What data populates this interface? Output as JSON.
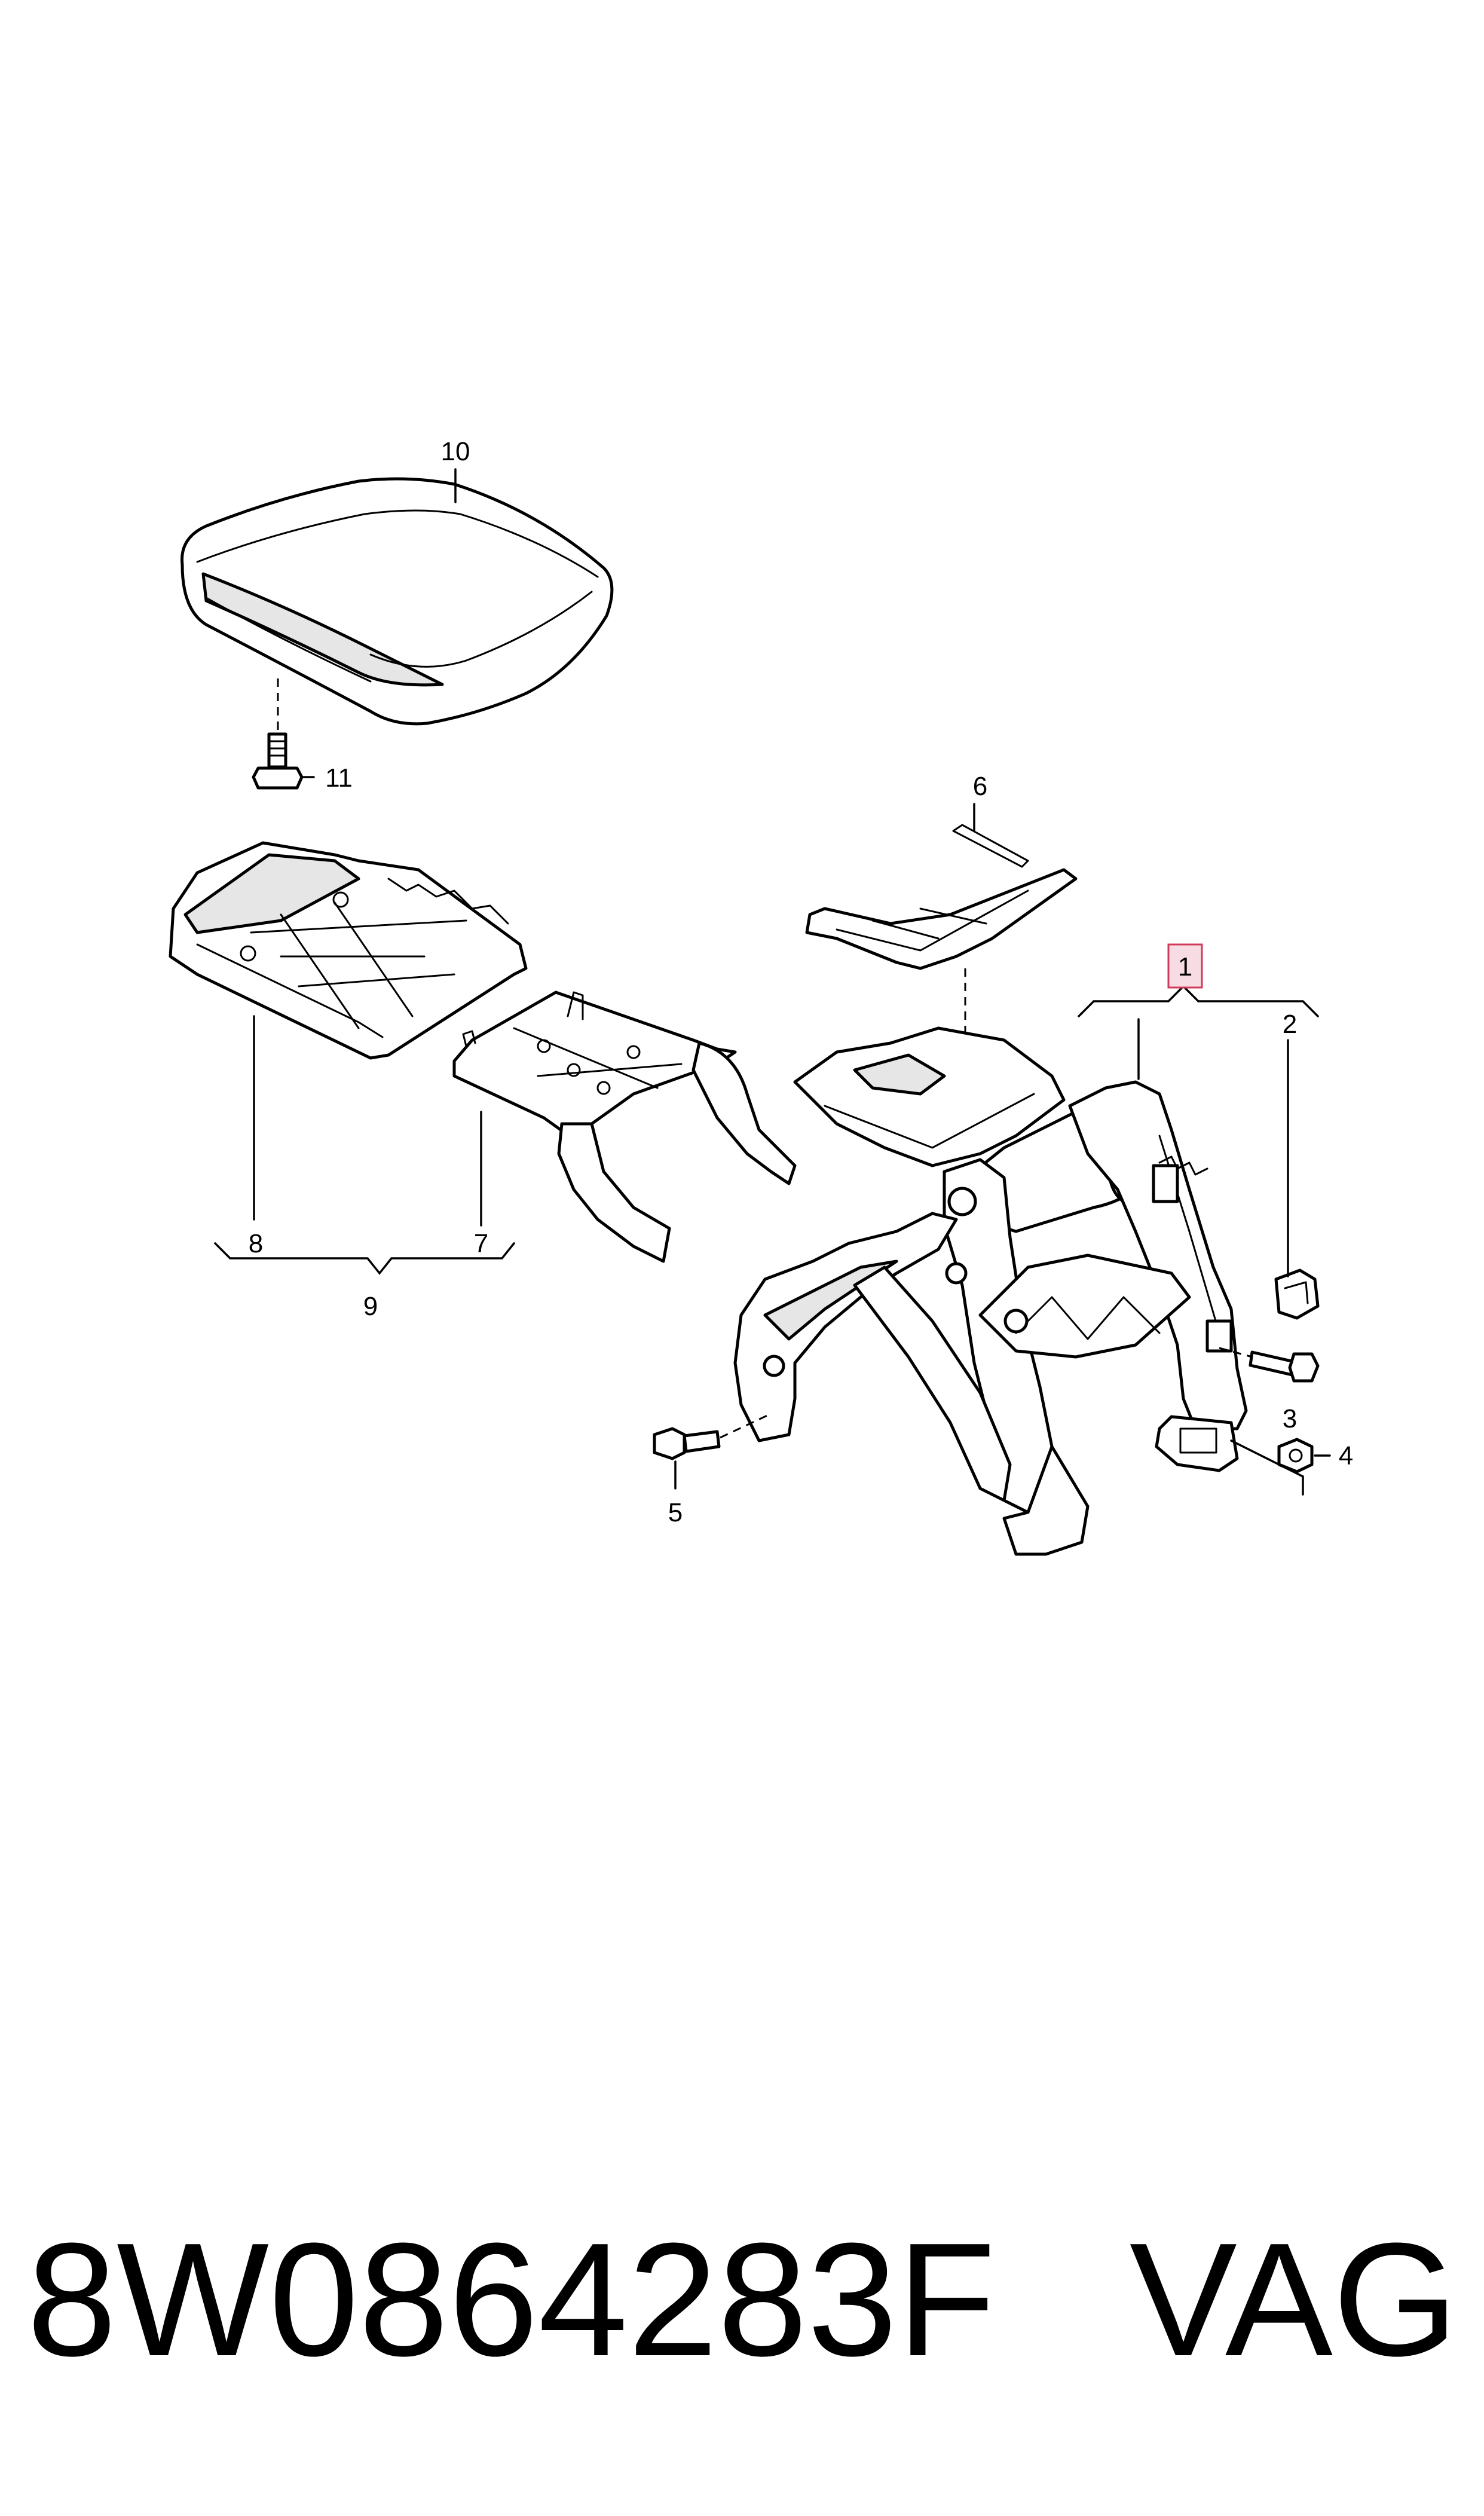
{
  "callouts": {
    "c1": "1",
    "c2": "2",
    "c3": "3",
    "c4": "4",
    "c5": "5",
    "c6": "6",
    "c7": "7",
    "c8": "8",
    "c9": "9",
    "c10": "10",
    "c11": "11"
  },
  "highlighted_callout": "1",
  "colors": {
    "line": "#000000",
    "highlight_fill": "#f7dce3",
    "highlight_stroke": "#d03a5a"
  },
  "footer": {
    "part_number": "8W0864283F",
    "brand": "VAG"
  }
}
